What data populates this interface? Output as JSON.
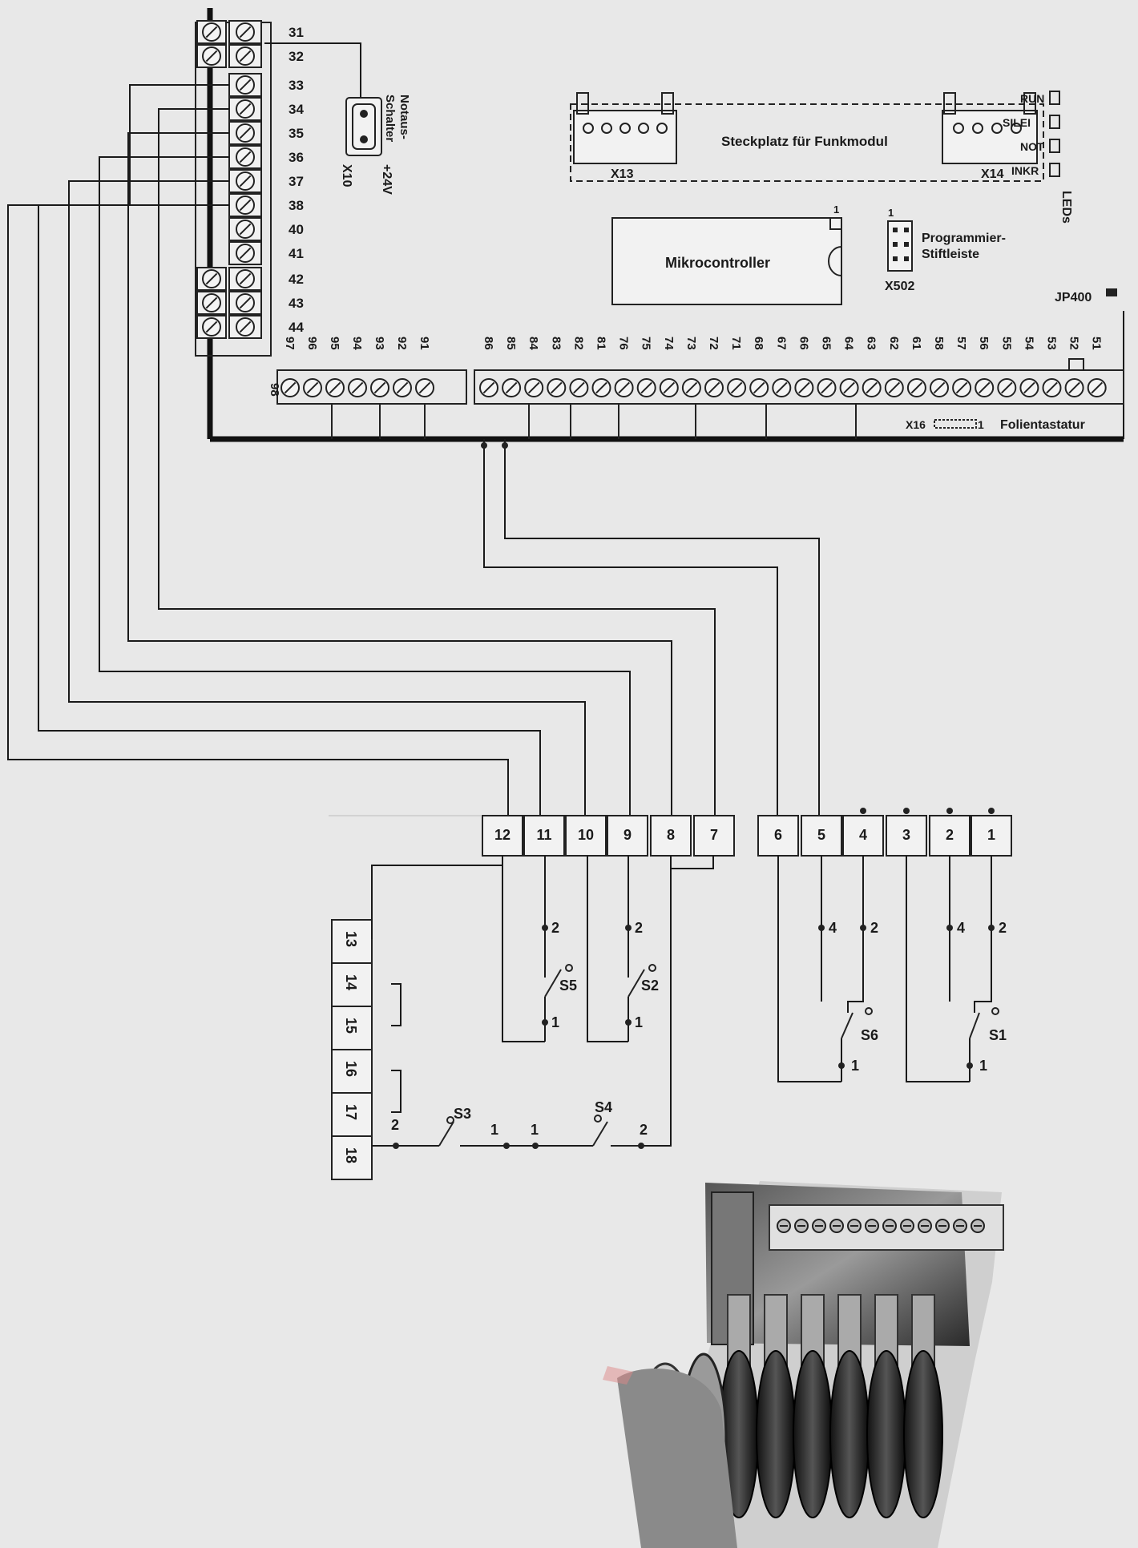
{
  "colors": {
    "background": "#e8e8e8",
    "ink": "#1a1a1a",
    "box_fill": "#f2f2f2"
  },
  "left_terminals": [
    "31",
    "32",
    "33",
    "34",
    "35",
    "36",
    "37",
    "38",
    "40",
    "41",
    "42",
    "43",
    "44"
  ],
  "top_terminals": [
    "98",
    "97",
    "96",
    "95",
    "94",
    "93",
    "92",
    "91",
    "86",
    "85",
    "84",
    "83",
    "82",
    "81",
    "76",
    "75",
    "74",
    "73",
    "72",
    "71",
    "68",
    "67",
    "66",
    "65",
    "64",
    "63",
    "62",
    "61",
    "58",
    "57",
    "56",
    "55",
    "54",
    "53",
    "52",
    "51"
  ],
  "connector_x10": {
    "name": "X10",
    "voltage": "+24V",
    "label": "Notaus-\nSchalter"
  },
  "radio_slot": {
    "label": "Steckplatz für Funkmodul",
    "left_connector": "X13",
    "right_connector": "X14"
  },
  "leds": {
    "items": [
      "RUN",
      "SILEI",
      "NOT",
      "INKR"
    ],
    "group_label": "LEDs"
  },
  "microcontroller": {
    "label": "Mikrocontroller",
    "pin1": "1"
  },
  "programming_header": {
    "pin1": "1",
    "label": "Programmier-\nStiftleiste",
    "name": "X502"
  },
  "jumper": "JP400",
  "keypad": {
    "connector": "X16",
    "pin": "1",
    "label": "Folientastatur"
  },
  "switch_terminals_left": [
    "12",
    "11",
    "10",
    "9",
    "8",
    "7"
  ],
  "switch_terminals_right": [
    "6",
    "5",
    "4",
    "3",
    "2",
    "1"
  ],
  "vertical_terminals": [
    "13",
    "14",
    "15",
    "16",
    "17",
    "18"
  ],
  "switches": {
    "S5": {
      "name": "S5",
      "pin_top": "2",
      "pin_bottom": "1"
    },
    "S2": {
      "name": "S2",
      "pin_top": "2",
      "pin_bottom": "1"
    },
    "S6": {
      "name": "S6",
      "pin_a": "4",
      "pin_b": "2",
      "pin_bottom": "1"
    },
    "S1": {
      "name": "S1",
      "pin_a": "4",
      "pin_b": "2",
      "pin_bottom": "1"
    },
    "S3": {
      "name": "S3",
      "pin_left": "2",
      "pin_right": "1"
    },
    "S4": {
      "name": "S4",
      "pin_left": "1",
      "pin_right": "2"
    }
  }
}
